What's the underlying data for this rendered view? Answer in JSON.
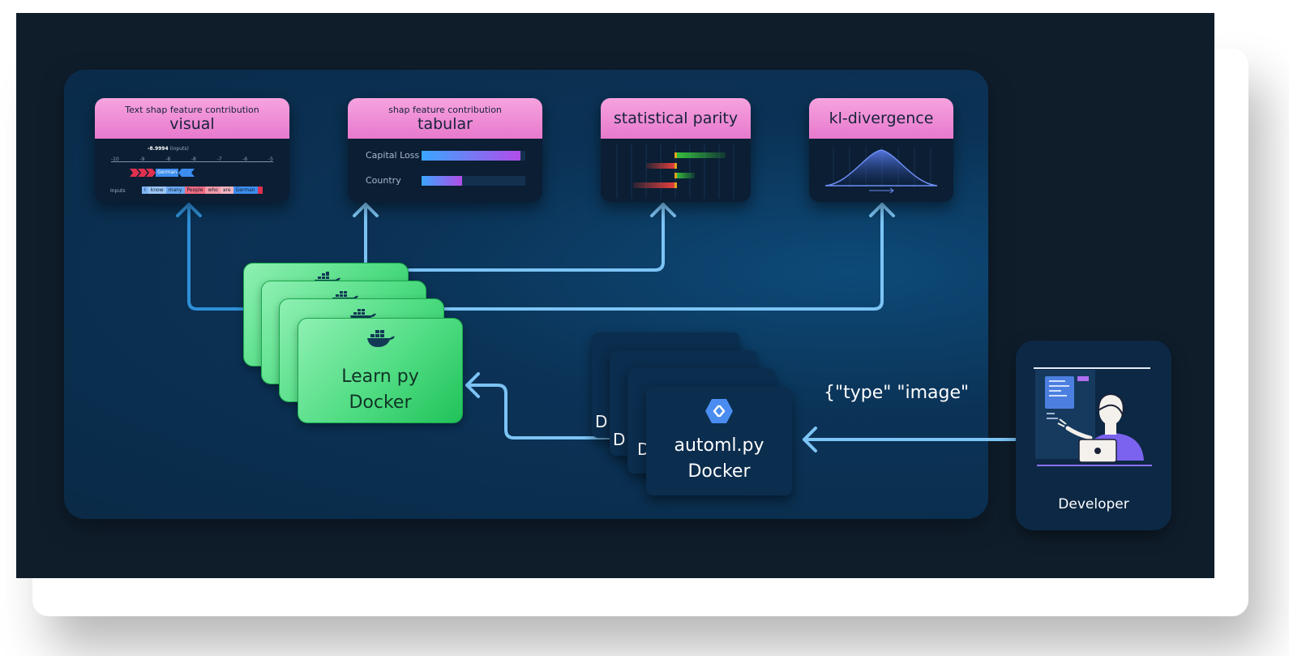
{
  "cards": {
    "visual": {
      "subtitle": "Text shap feature contribution",
      "title": "visual",
      "value_label": "-8.9994",
      "value_suffix": "(inputs)",
      "axis_ticks": [
        "-10",
        "-9",
        "-8",
        "-8",
        "-7",
        "-6",
        "-5"
      ],
      "force_label": "German",
      "inputs_label": "Inputs",
      "tokens": [
        "I",
        "know",
        "many",
        "People",
        "who",
        "are",
        "German"
      ]
    },
    "tabular": {
      "subtitle": "shap feature contribution",
      "title": "tabular",
      "rows": [
        {
          "label": "Capital Loss",
          "value": 0.95
        },
        {
          "label": "Country",
          "value": 0.39
        }
      ]
    },
    "parity": {
      "title": "statistical parity"
    },
    "kl": {
      "title": "kl-divergence"
    }
  },
  "learn_docker": {
    "line1": "Learn py",
    "line2": "Docker"
  },
  "automl_docker": {
    "line1": "automl.py",
    "line2": "Docker",
    "peek_letter": "D"
  },
  "request_label": "{\"type\" \"image\"",
  "developer_label": "Developer",
  "colors": {
    "arrow": "#7cc4f5",
    "arrow_dark": "#2f8fd8",
    "card_header": "#f08fd6",
    "green": "#3bd36f",
    "canvas": "#0f1d2b",
    "panel": "#0b3357"
  }
}
